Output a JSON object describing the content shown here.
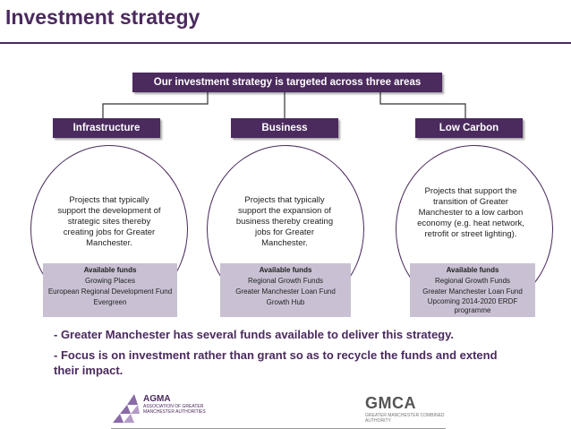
{
  "header": {
    "title": "Investment strategy"
  },
  "banner": {
    "text": "Our investment strategy is targeted across three areas"
  },
  "areas": [
    {
      "label": "Infrastructure",
      "description": "Projects that typically support the development of strategic sites thereby creating jobs for Greater Manchester.",
      "funds_heading": "Available funds",
      "funds": [
        "Growing Places",
        "European Regional Development Fund",
        "Evergreen"
      ]
    },
    {
      "label": "Business",
      "description": "Projects that typically support the expansion of business thereby creating jobs for Greater Manchester.",
      "funds_heading": "Available funds",
      "funds": [
        "Regional Growth Funds",
        "Greater Manchester Loan Fund",
        "Growth Hub"
      ]
    },
    {
      "label": "Low Carbon",
      "description": "Projects that support the transition of Greater Manchester to a low carbon economy (e.g. heat network, retrofit or street lighting).",
      "funds_heading": "Available funds",
      "funds": [
        "Regional Growth Funds",
        "Greater Manchester Loan Fund",
        "Upcoming 2014-2020 ERDF programme"
      ]
    }
  ],
  "bullets": [
    "- Greater Manchester has several funds available to deliver this strategy.",
    "- Focus is on investment rather than grant so as to recycle the funds and extend their impact."
  ],
  "footer": {
    "agma_title": "AGMA",
    "agma_sub": "Association of Greater Manchester Authorities",
    "gmca_title": "GMCA",
    "gmca_sub": "Greater Manchester Combined Authority"
  },
  "colors": {
    "primary": "#4b2a5e",
    "funds_bg": "#c9c1d3"
  }
}
